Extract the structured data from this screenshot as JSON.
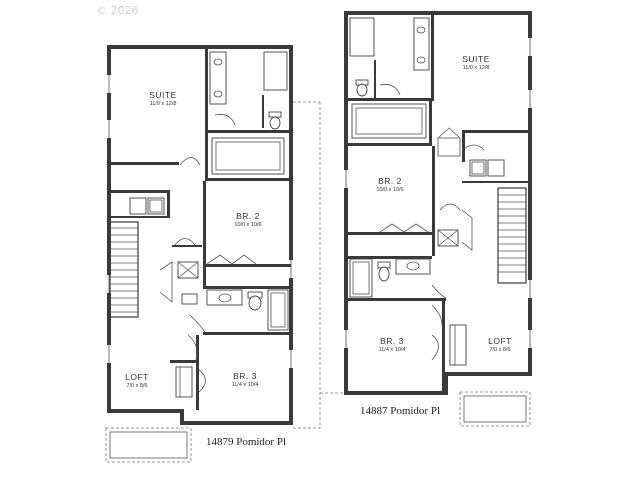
{
  "watermark": "© 2026",
  "left_unit": {
    "address": "14879 Pomidor Pl",
    "rooms": {
      "suite": {
        "name": "SUITE",
        "dims": "11/0 x 12/8"
      },
      "br2": {
        "name": "BR. 2",
        "dims": "10/0 x 10/6"
      },
      "br3": {
        "name": "BR. 3",
        "dims": "11/4 x 10/4"
      },
      "loft": {
        "name": "LOFT",
        "dims": "7/0 x 8/6"
      }
    }
  },
  "right_unit": {
    "address": "14887 Pomidor Pl",
    "rooms": {
      "suite": {
        "name": "SUITE",
        "dims": "11/0 x 12/8"
      },
      "br2": {
        "name": "BR. 2",
        "dims": "10/0 x 10/6"
      },
      "br3": {
        "name": "BR. 3",
        "dims": "11/4 x 10/4"
      },
      "loft": {
        "name": "LOFT",
        "dims": "7/0 x 8/6"
      }
    }
  }
}
